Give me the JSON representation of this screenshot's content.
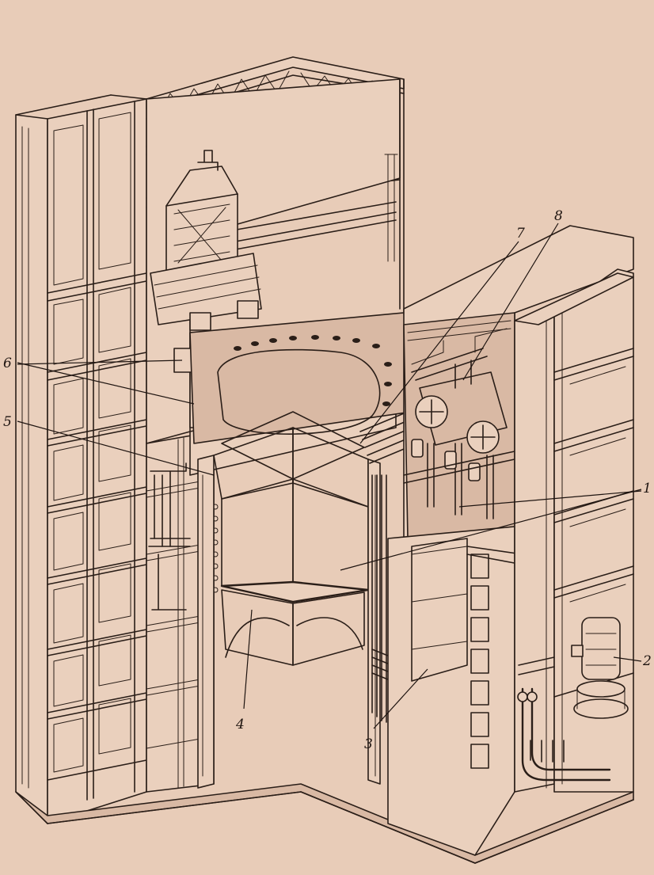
{
  "figure": {
    "colors": {
      "paper": "#e8ccb8",
      "ink": "#2a1e18"
    },
    "callouts": [
      {
        "id": "c1",
        "label": "1"
      },
      {
        "id": "c2",
        "label": "2"
      },
      {
        "id": "c3",
        "label": "3"
      },
      {
        "id": "c4",
        "label": "4"
      },
      {
        "id": "c5",
        "label": "5"
      },
      {
        "id": "c6",
        "label": "6"
      },
      {
        "id": "c7",
        "label": "7"
      },
      {
        "id": "c8",
        "label": "8"
      }
    ]
  }
}
